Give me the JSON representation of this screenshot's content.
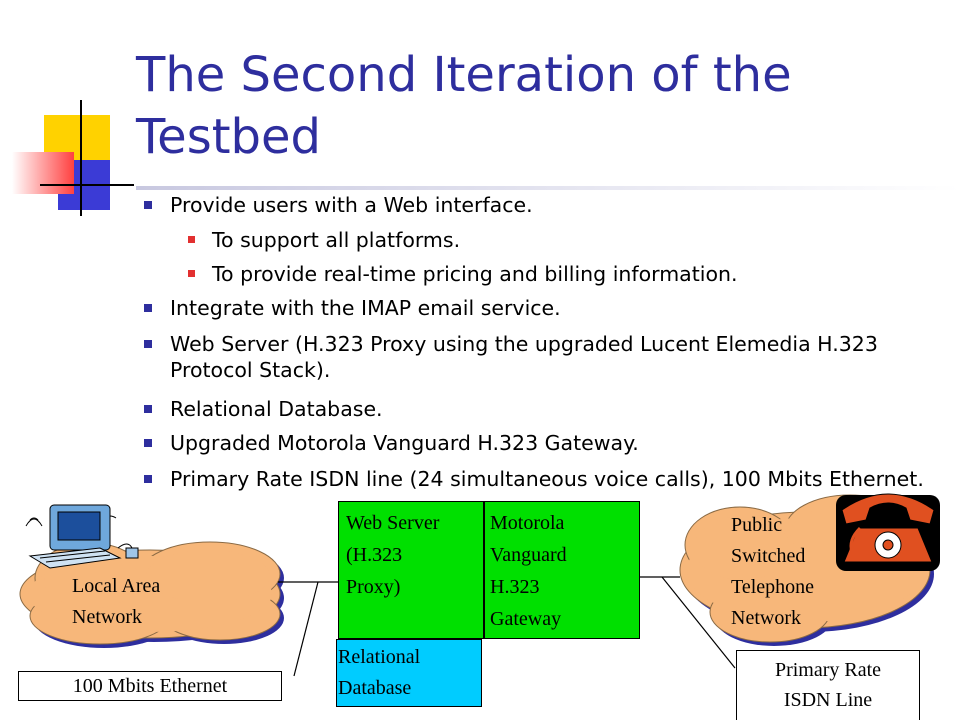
{
  "slide": {
    "title": "The Second Iteration of the Testbed",
    "bullets": [
      {
        "level": 1,
        "text": "Provide users with a Web interface."
      },
      {
        "level": 2,
        "text": "To support all platforms."
      },
      {
        "level": 2,
        "text": "To provide real-time pricing and billing information."
      },
      {
        "level": 1,
        "text": "Integrate with the IMAP email service."
      },
      {
        "level": 1,
        "text": "Web Server (H.323 Proxy using the upgraded Lucent Elemedia H.323 Protocol Stack)."
      },
      {
        "level": 1,
        "text": "Relational Database."
      },
      {
        "level": 1,
        "text": "Upgraded Motorola Vanguard H.323 Gateway."
      },
      {
        "level": 1,
        "text": "Primary Rate ISDN line (24 simultaneous voice calls), 100 Mbits Ethernet."
      }
    ]
  },
  "diagram": {
    "lan": {
      "line1": "Local Area",
      "line2": "Network"
    },
    "web_server": {
      "line1": "Web Server",
      "line2": "(H.323",
      "line3": "Proxy)"
    },
    "gateway": {
      "line1": "Motorola",
      "line2": "Vanguard",
      "line3": "H.323",
      "line4": "Gateway"
    },
    "database": {
      "line1": "Relational",
      "line2": "Database"
    },
    "pstn": {
      "line1": "Public",
      "line2": "Switched",
      "line3": "Telephone",
      "line4": "Network"
    },
    "ethernet_label": "100 Mbits Ethernet",
    "isdn_label": {
      "line1": "Primary Rate",
      "line2": "ISDN Line"
    },
    "colors": {
      "server": "#00e000",
      "database": "#00ccff",
      "cloud": "#f7b77a",
      "title": "#2e2e9e",
      "bullet_l2": "#e23030"
    }
  }
}
